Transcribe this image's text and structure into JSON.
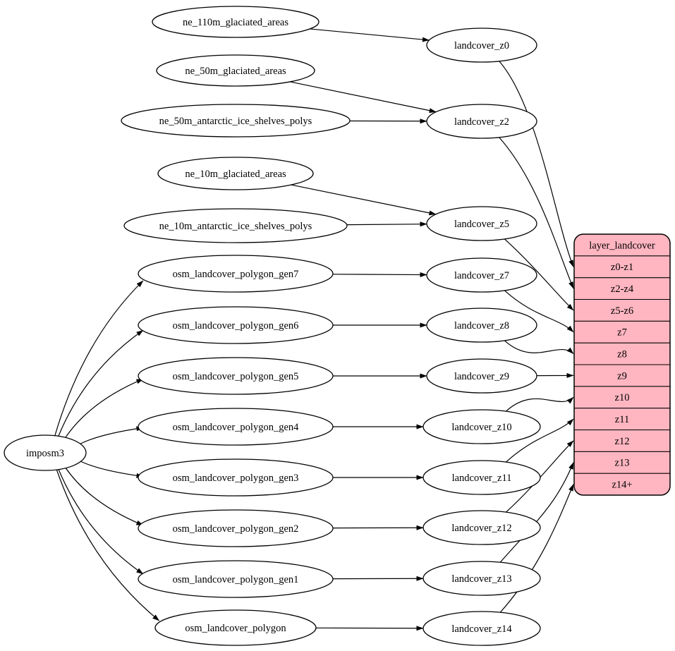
{
  "diagram": {
    "kind": "data-flow-graph",
    "colors": {
      "background": "#ffffff",
      "node_fill": "#ffffff",
      "node_stroke": "#000000",
      "edge": "#000000",
      "table_fill": "#ffb6c1",
      "table_stroke": "#000000",
      "text": "#000000"
    },
    "nodes": [
      {
        "id": "imposm3",
        "label": "imposm3"
      },
      {
        "id": "ne_110m_glaciated_areas",
        "label": "ne_110m_glaciated_areas"
      },
      {
        "id": "ne_50m_glaciated_areas",
        "label": "ne_50m_glaciated_areas"
      },
      {
        "id": "ne_50m_antarctic_ice_shelves_polys",
        "label": "ne_50m_antarctic_ice_shelves_polys"
      },
      {
        "id": "ne_10m_glaciated_areas",
        "label": "ne_10m_glaciated_areas"
      },
      {
        "id": "ne_10m_antarctic_ice_shelves_polys",
        "label": "ne_10m_antarctic_ice_shelves_polys"
      },
      {
        "id": "osm_landcover_polygon_gen7",
        "label": "osm_landcover_polygon_gen7"
      },
      {
        "id": "osm_landcover_polygon_gen6",
        "label": "osm_landcover_polygon_gen6"
      },
      {
        "id": "osm_landcover_polygon_gen5",
        "label": "osm_landcover_polygon_gen5"
      },
      {
        "id": "osm_landcover_polygon_gen4",
        "label": "osm_landcover_polygon_gen4"
      },
      {
        "id": "osm_landcover_polygon_gen3",
        "label": "osm_landcover_polygon_gen3"
      },
      {
        "id": "osm_landcover_polygon_gen2",
        "label": "osm_landcover_polygon_gen2"
      },
      {
        "id": "osm_landcover_polygon_gen1",
        "label": "osm_landcover_polygon_gen1"
      },
      {
        "id": "osm_landcover_polygon",
        "label": "osm_landcover_polygon"
      },
      {
        "id": "landcover_z0",
        "label": "landcover_z0"
      },
      {
        "id": "landcover_z2",
        "label": "landcover_z2"
      },
      {
        "id": "landcover_z5",
        "label": "landcover_z5"
      },
      {
        "id": "landcover_z7",
        "label": "landcover_z7"
      },
      {
        "id": "landcover_z8",
        "label": "landcover_z8"
      },
      {
        "id": "landcover_z9",
        "label": "landcover_z9"
      },
      {
        "id": "landcover_z10",
        "label": "landcover_z10"
      },
      {
        "id": "landcover_z11",
        "label": "landcover_z11"
      },
      {
        "id": "landcover_z12",
        "label": "landcover_z12"
      },
      {
        "id": "landcover_z13",
        "label": "landcover_z13"
      },
      {
        "id": "landcover_z14",
        "label": "landcover_z14"
      }
    ],
    "table": {
      "id": "layer_landcover",
      "title": "layer_landcover",
      "rows": [
        "z0-z1",
        "z2-z4",
        "z5-z6",
        "z7",
        "z8",
        "z9",
        "z10",
        "z11",
        "z12",
        "z13",
        "z14+"
      ]
    },
    "edges": [
      {
        "from": "imposm3",
        "to": "osm_landcover_polygon_gen7"
      },
      {
        "from": "imposm3",
        "to": "osm_landcover_polygon_gen6"
      },
      {
        "from": "imposm3",
        "to": "osm_landcover_polygon_gen5"
      },
      {
        "from": "imposm3",
        "to": "osm_landcover_polygon_gen4"
      },
      {
        "from": "imposm3",
        "to": "osm_landcover_polygon_gen3"
      },
      {
        "from": "imposm3",
        "to": "osm_landcover_polygon_gen2"
      },
      {
        "from": "imposm3",
        "to": "osm_landcover_polygon_gen1"
      },
      {
        "from": "imposm3",
        "to": "osm_landcover_polygon"
      },
      {
        "from": "ne_110m_glaciated_areas",
        "to": "landcover_z0"
      },
      {
        "from": "ne_50m_glaciated_areas",
        "to": "landcover_z2"
      },
      {
        "from": "ne_50m_antarctic_ice_shelves_polys",
        "to": "landcover_z2"
      },
      {
        "from": "ne_10m_glaciated_areas",
        "to": "landcover_z5"
      },
      {
        "from": "ne_10m_antarctic_ice_shelves_polys",
        "to": "landcover_z5"
      },
      {
        "from": "osm_landcover_polygon_gen7",
        "to": "landcover_z7"
      },
      {
        "from": "osm_landcover_polygon_gen6",
        "to": "landcover_z8"
      },
      {
        "from": "osm_landcover_polygon_gen5",
        "to": "landcover_z9"
      },
      {
        "from": "osm_landcover_polygon_gen4",
        "to": "landcover_z10"
      },
      {
        "from": "osm_landcover_polygon_gen3",
        "to": "landcover_z11"
      },
      {
        "from": "osm_landcover_polygon_gen2",
        "to": "landcover_z12"
      },
      {
        "from": "osm_landcover_polygon_gen1",
        "to": "landcover_z13"
      },
      {
        "from": "osm_landcover_polygon",
        "to": "landcover_z14"
      },
      {
        "from": "landcover_z0",
        "to": "layer_landcover.z0-z1"
      },
      {
        "from": "landcover_z2",
        "to": "layer_landcover.z2-z4"
      },
      {
        "from": "landcover_z5",
        "to": "layer_landcover.z5-z6"
      },
      {
        "from": "landcover_z7",
        "to": "layer_landcover.z7"
      },
      {
        "from": "landcover_z8",
        "to": "layer_landcover.z8"
      },
      {
        "from": "landcover_z9",
        "to": "layer_landcover.z9"
      },
      {
        "from": "landcover_z10",
        "to": "layer_landcover.z10"
      },
      {
        "from": "landcover_z11",
        "to": "layer_landcover.z11"
      },
      {
        "from": "landcover_z12",
        "to": "layer_landcover.z12"
      },
      {
        "from": "landcover_z13",
        "to": "layer_landcover.z13"
      },
      {
        "from": "landcover_z14",
        "to": "layer_landcover.z14+"
      }
    ]
  }
}
